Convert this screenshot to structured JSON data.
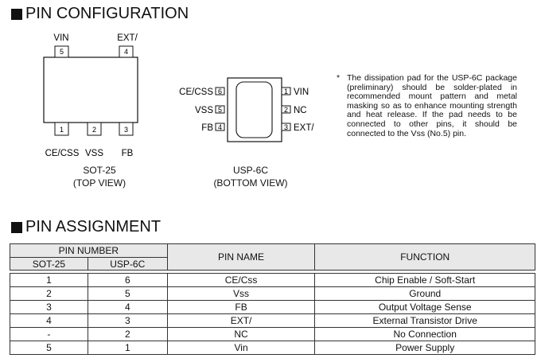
{
  "pin_configuration": {
    "title": "PIN CONFIGURATION",
    "sot25": {
      "top_pins": [
        {
          "number": "5",
          "name": "VIN"
        },
        {
          "number": "4",
          "name": "EXT/"
        }
      ],
      "bottom_pins": [
        {
          "number": "1",
          "name": "CE/CSS"
        },
        {
          "number": "2",
          "name": "VSS"
        },
        {
          "number": "3",
          "name": "FB"
        }
      ],
      "package_name": "SOT-25",
      "view": "(TOP VIEW)"
    },
    "usp6c": {
      "left_pins": [
        {
          "number": "6",
          "name": "CE/CSS"
        },
        {
          "number": "5",
          "name": "VSS"
        },
        {
          "number": "4",
          "name": "FB"
        }
      ],
      "right_pins": [
        {
          "number": "1",
          "name": "VIN"
        },
        {
          "number": "2",
          "name": "NC"
        },
        {
          "number": "3",
          "name": "EXT/"
        }
      ],
      "package_name": "USP-6C",
      "view": "(BOTTOM VIEW)"
    },
    "note_marker": "*",
    "note": "The dissipation pad for the USP-6C package (preliminary) should be solder-plated in recommended mount pattern and metal masking so as to enhance mounting strength and heat release.  If the pad needs to be connected to other pins, it should be connected to the Vss (No.5) pin."
  },
  "pin_assignment": {
    "title": "PIN ASSIGNMENT",
    "headers": {
      "pin_number": "PIN NUMBER",
      "sot25": "SOT-25",
      "usp6c": "USP-6C",
      "pin_name": "PIN NAME",
      "function": "FUNCTION"
    },
    "rows": [
      {
        "sot25": "1",
        "usp6c": "6",
        "name": "CE/Css",
        "function": "Chip Enable / Soft-Start"
      },
      {
        "sot25": "2",
        "usp6c": "5",
        "name": "Vss",
        "function": "Ground"
      },
      {
        "sot25": "3",
        "usp6c": "4",
        "name": "FB",
        "function": "Output Voltage Sense"
      },
      {
        "sot25": "4",
        "usp6c": "3",
        "name": "EXT/",
        "function": "External Transistor Drive"
      },
      {
        "sot25": "-",
        "usp6c": "2",
        "name": "NC",
        "function": "No Connection"
      },
      {
        "sot25": "5",
        "usp6c": "1",
        "name": "Vin",
        "function": "Power Supply"
      }
    ]
  }
}
